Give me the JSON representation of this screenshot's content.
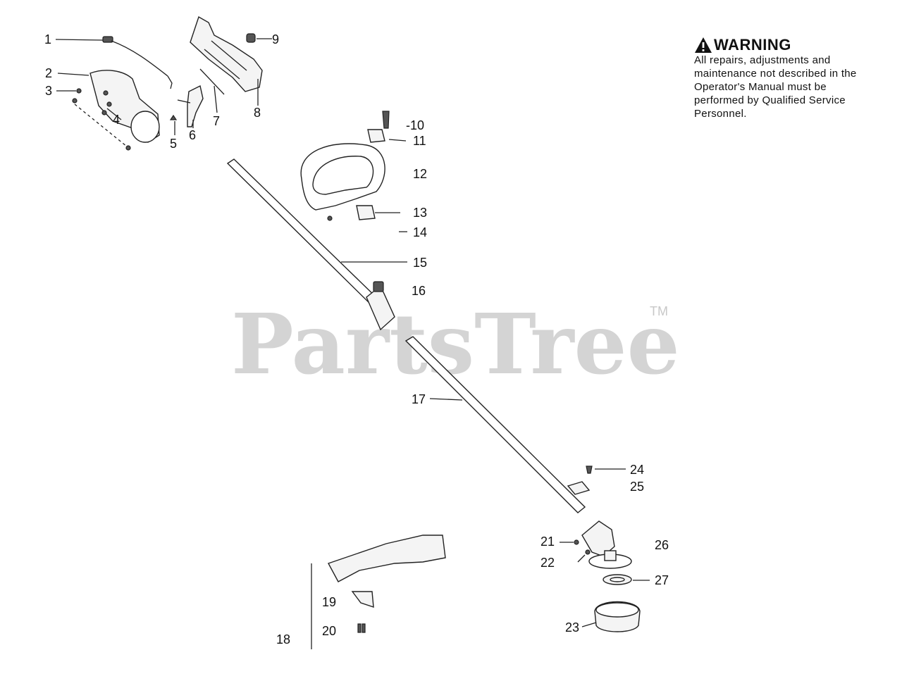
{
  "watermark": {
    "brand": "PartsTree",
    "trademark": "TM"
  },
  "warning": {
    "title": "WARNING",
    "text": "All repairs, adjustments and maintenance not described in the Operator's Manual must be performed by Qualified Service Personnel."
  },
  "callouts": {
    "c1": "1",
    "c2": "2",
    "c3": "3",
    "c4": "4",
    "c5": "5",
    "c6": "6",
    "c7": "7",
    "c8": "8",
    "c9": "9",
    "c10": "-10",
    "c11": "11",
    "c12": "12",
    "c13": "13",
    "c14": "14",
    "c15": "15",
    "c16": "16",
    "c17": "17",
    "c18": "18",
    "c19": "19",
    "c20": "20",
    "c21": "21",
    "c22": "22",
    "c23": "23",
    "c24": "24",
    "c25": "25",
    "c26": "26",
    "c27": "27"
  },
  "colors": {
    "ink": "#111111",
    "watermark": "#d4d4d4",
    "background": "#ffffff"
  }
}
